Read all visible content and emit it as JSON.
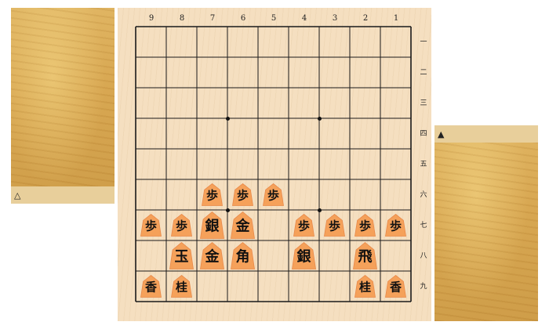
{
  "board": {
    "file_labels": [
      "9",
      "8",
      "7",
      "6",
      "5",
      "4",
      "3",
      "2",
      "1"
    ],
    "rank_labels": [
      "一",
      "二",
      "三",
      "四",
      "五",
      "六",
      "七",
      "八",
      "九"
    ]
  },
  "gote_hand": {
    "marker": "△"
  },
  "sente_hand": {
    "marker": "▲"
  },
  "pieces": [
    {
      "name": "歩",
      "file": 7,
      "rank": 6
    },
    {
      "name": "歩",
      "file": 6,
      "rank": 6
    },
    {
      "name": "歩",
      "file": 5,
      "rank": 6
    },
    {
      "name": "歩",
      "file": 9,
      "rank": 7
    },
    {
      "name": "歩",
      "file": 8,
      "rank": 7
    },
    {
      "name": "銀",
      "file": 7,
      "rank": 7
    },
    {
      "name": "金",
      "file": 6,
      "rank": 7
    },
    {
      "name": "歩",
      "file": 4,
      "rank": 7
    },
    {
      "name": "歩",
      "file": 3,
      "rank": 7
    },
    {
      "name": "歩",
      "file": 2,
      "rank": 7
    },
    {
      "name": "歩",
      "file": 1,
      "rank": 7
    },
    {
      "name": "玉",
      "file": 8,
      "rank": 8
    },
    {
      "name": "金",
      "file": 7,
      "rank": 8
    },
    {
      "name": "角",
      "file": 6,
      "rank": 8
    },
    {
      "name": "銀",
      "file": 4,
      "rank": 8
    },
    {
      "name": "飛",
      "file": 2,
      "rank": 8
    },
    {
      "name": "香",
      "file": 9,
      "rank": 9
    },
    {
      "name": "桂",
      "file": 8,
      "rank": 9
    },
    {
      "name": "桂",
      "file": 2,
      "rank": 9
    },
    {
      "name": "香",
      "file": 1,
      "rank": 9
    }
  ]
}
